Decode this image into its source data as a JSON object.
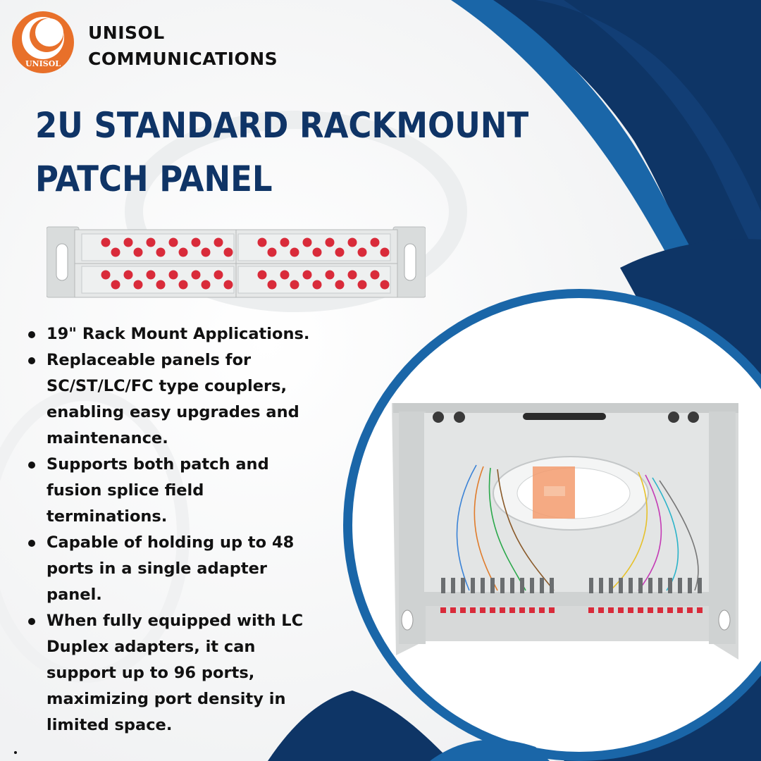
{
  "brand": {
    "name_line1": "UNISOL",
    "name_line2": "COMMUNICATIONS",
    "logo_text": "UNISOL",
    "logo_color": "#e8702a"
  },
  "headline": {
    "line1": "2U STANDARD RACKMOUNT",
    "line2": "PATCH PANEL",
    "color": "#0f3466"
  },
  "features": [
    "19\" Rack Mount Applications.",
    "Replaceable panels for SC/ST/LC/FC type couplers, enabling easy upgrades and maintenance.",
    "Supports both patch and fusion splice field terminations.",
    "Capable of holding up to 48 ports in a single adapter panel.",
    "When fully equipped with LC Duplex adapters, it can support up to 96 ports, maximizing port density in limited space."
  ],
  "footer_mark": ".",
  "colors": {
    "navy": "#0e3566",
    "mid_blue": "#1a66a8",
    "light_blue": "#2b8ed0",
    "panel_grey": "#e4e6e6",
    "coupler_red": "#d92b3a"
  }
}
